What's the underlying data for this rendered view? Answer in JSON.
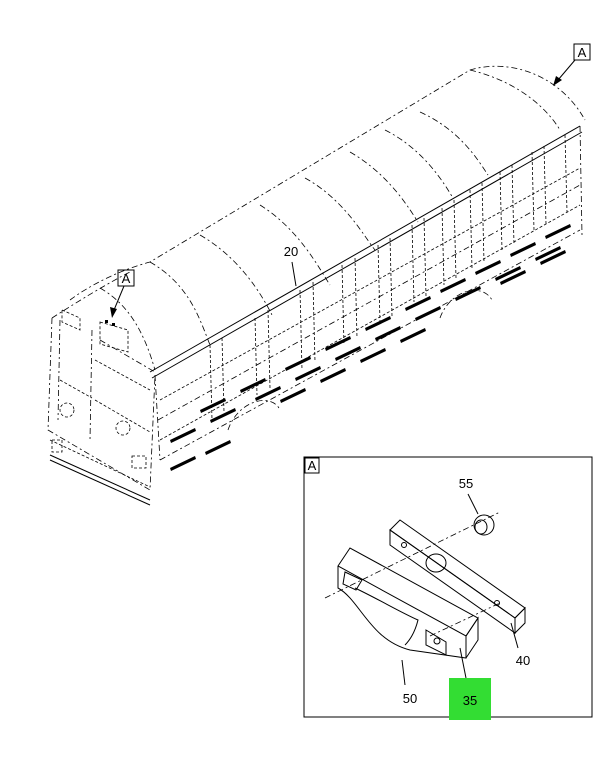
{
  "diagram": {
    "callouts": {
      "bus_body": "20",
      "view_ref_top": "A",
      "view_ref_front": "A",
      "detail_view": "A"
    },
    "detail_parts": {
      "grommet": "55",
      "mounting_plate": "40",
      "lamp_housing": "50",
      "lamp_lens": "35"
    },
    "highlight_color": "#33dd33"
  }
}
